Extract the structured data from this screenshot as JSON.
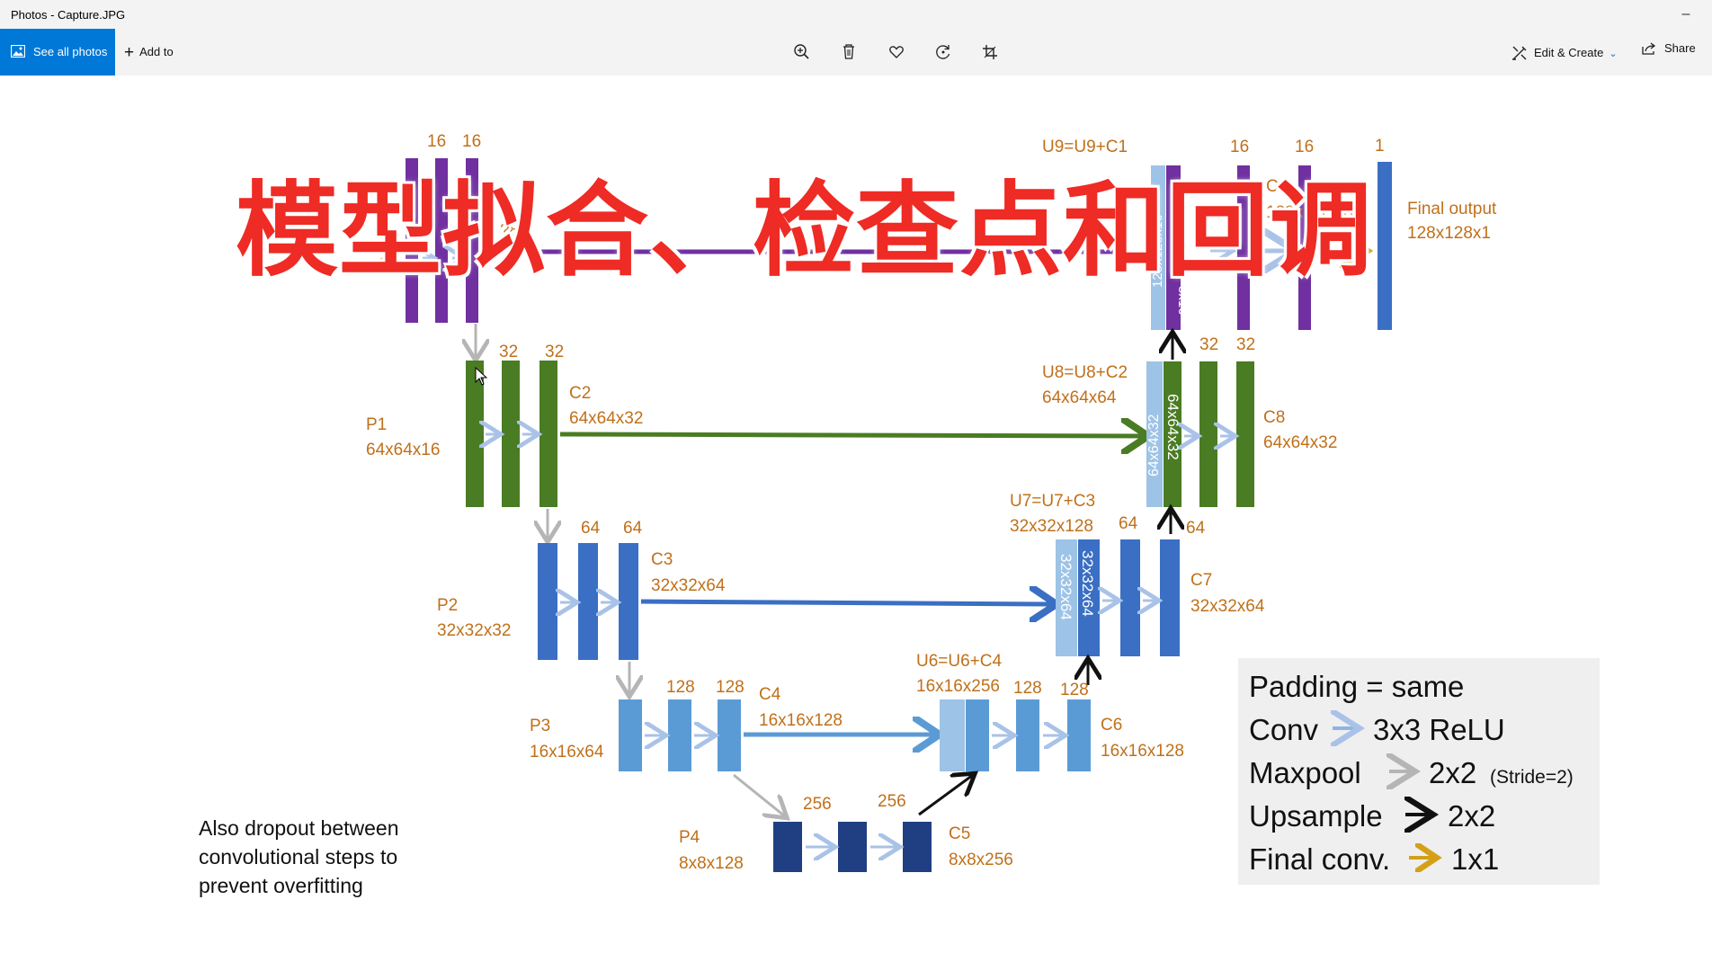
{
  "window": {
    "title": "Photos - Capture.JPG",
    "minimize_glyph": "–"
  },
  "toolbar": {
    "see_all": "See all photos",
    "add_to": "Add to",
    "edit_create": "Edit & Create",
    "share": "Share",
    "icons": [
      "zoom-in-icon",
      "delete-icon",
      "heart-icon",
      "rotate-icon",
      "crop-icon"
    ]
  },
  "overlay": {
    "title": "模型拟合、检查点和回调"
  },
  "diagram": {
    "top": {
      "n16a": "16",
      "n16b": "16",
      "n16c": "16",
      "n16d": "16",
      "n1": "1",
      "u9": "U9=U9+C1",
      "c9a": "C9",
      "c9b": "128x128x16",
      "final_a": "Final output",
      "final_b": "128x128x1",
      "vert_a": "128x128x16",
      "vert_b": "8x16",
      "partial_a": "1",
      "partial_b": "?8"
    },
    "l2": {
      "n32a": "32",
      "n32b": "32",
      "n32c": "32",
      "n32d": "32",
      "p1a": "P1",
      "p1b": "64x64x16",
      "c2a": "C2",
      "c2b": "64x64x32",
      "u8a": "U8=U8+C2",
      "u8b": "64x64x64",
      "c8a": "C8",
      "c8b": "64x64x32",
      "vert_a": "64x64x32",
      "vert_b": "64x64x32"
    },
    "l3": {
      "n64a": "64",
      "n64b": "64",
      "n64c": "64",
      "n64d": "64",
      "p2a": "P2",
      "p2b": "32x32x32",
      "c3a": "C3",
      "c3b": "32x32x64",
      "u7a": "U7=U7+C3",
      "u7b": "32x32x128",
      "c7a": "C7",
      "c7b": "32x32x64",
      "vert_a": "32x32x64",
      "vert_b": "32x32x64"
    },
    "l4": {
      "n128a": "128",
      "n128b": "128",
      "n128c": "128",
      "n128d": "128",
      "p3a": "P3",
      "p3b": "16x16x64",
      "c4a": "C4",
      "c4b": "16x16x128",
      "u6a": "U6=U6+C4",
      "u6b": "16x16x256",
      "c6a": "C6",
      "c6b": "16x16x128"
    },
    "l5": {
      "n256a": "256",
      "n256b": "256",
      "p4a": "P4",
      "p4b": "8x8x128",
      "c5a": "C5",
      "c5b": "8x8x256"
    },
    "note": [
      "Also dropout between",
      "convolutional steps to",
      "prevent overfitting"
    ],
    "legend": {
      "padding": "Padding = same",
      "conv": "Conv",
      "conv_v": "3x3 ReLU",
      "maxpool": "Maxpool",
      "maxpool_v": "2x2",
      "stride": "(Stride=2)",
      "upsample": "Upsample",
      "upsample_v": "2x2",
      "final": "Final conv.",
      "final_v": "1x1"
    }
  },
  "colors": {
    "purple": "#7030a0",
    "green": "#4a7c23",
    "blue": "#3a6fc4",
    "lightblue": "#5b9bd5",
    "darkblue": "#203f82",
    "paleblue": "#9dc3e6",
    "label": "#c0701a",
    "overlay_red": "#ee2b24",
    "accent": "#0078d7"
  }
}
